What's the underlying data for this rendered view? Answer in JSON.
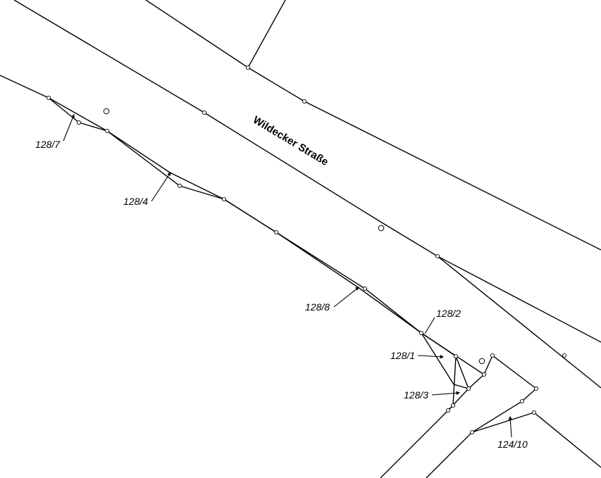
{
  "street": {
    "name": "Wildecker Straße"
  },
  "parcels": [
    {
      "id": "128-7",
      "label": "128/7"
    },
    {
      "id": "128-4",
      "label": "128/4"
    },
    {
      "id": "128-8",
      "label": "128/8"
    },
    {
      "id": "128-2",
      "label": "128/2"
    },
    {
      "id": "128-1",
      "label": "128/1"
    },
    {
      "id": "128-3",
      "label": "128/3"
    },
    {
      "id": "124-10",
      "label": "124/10"
    }
  ],
  "colors": {
    "lines": "#000000",
    "background": "#ffffff"
  }
}
